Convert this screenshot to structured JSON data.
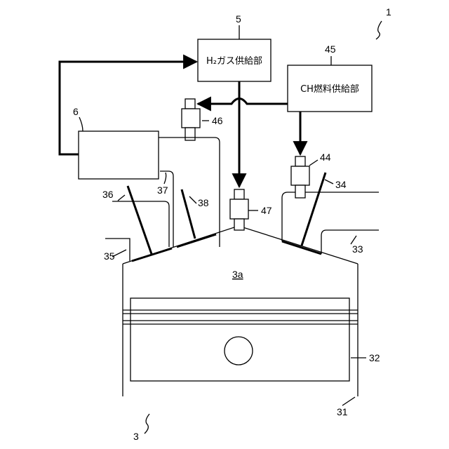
{
  "boxes": {
    "h2_supply": "H₂ガス供給部",
    "ch_supply": "CH燃料供給部"
  },
  "refs": {
    "apparatus": "1",
    "h2_supply": "5",
    "ch_supply": "45",
    "controller": "6",
    "injector_46": "46",
    "injector_44": "44",
    "injector_47": "47",
    "sensor_34": "34",
    "intake_33": "33",
    "exhaust_35": "35",
    "line_36": "36",
    "line_37": "37",
    "line_38": "38",
    "chamber": "3a",
    "piston": "32",
    "cylinder": "31",
    "engine": "3"
  }
}
